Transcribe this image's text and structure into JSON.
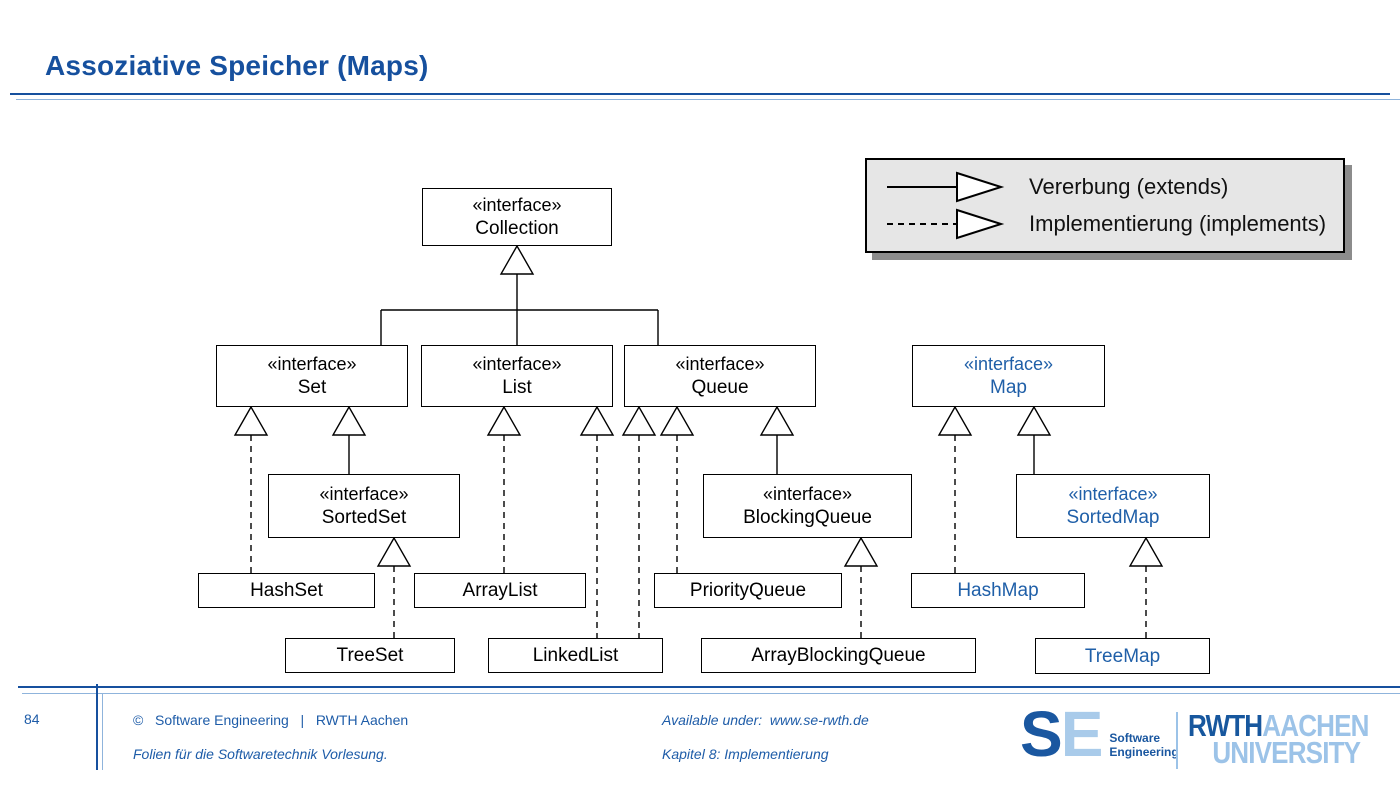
{
  "slide": {
    "title": "Assoziative Speicher (Maps)",
    "page_number": "84"
  },
  "legend": {
    "items": [
      {
        "label": "Vererbung (extends)",
        "line_style": "solid"
      },
      {
        "label": "Implementierung (implements)",
        "line_style": "dashed"
      }
    ]
  },
  "diagram": {
    "nodes": [
      {
        "id": "collection",
        "stereotype": "«interface»",
        "name": "Collection",
        "kind": "interface",
        "text_color": "#000000"
      },
      {
        "id": "set",
        "stereotype": "«interface»",
        "name": "Set",
        "kind": "interface",
        "text_color": "#000000"
      },
      {
        "id": "list",
        "stereotype": "«interface»",
        "name": "List",
        "kind": "interface",
        "text_color": "#000000"
      },
      {
        "id": "queue",
        "stereotype": "«interface»",
        "name": "Queue",
        "kind": "interface",
        "text_color": "#000000"
      },
      {
        "id": "map",
        "stereotype": "«interface»",
        "name": "Map",
        "kind": "interface",
        "text_color": "#1F5FA8"
      },
      {
        "id": "sortedset",
        "stereotype": "«interface»",
        "name": "SortedSet",
        "kind": "interface",
        "text_color": "#000000"
      },
      {
        "id": "blockingqueue",
        "stereotype": "«interface»",
        "name": "BlockingQueue",
        "kind": "interface",
        "text_color": "#000000"
      },
      {
        "id": "sortedmap",
        "stereotype": "«interface»",
        "name": "SortedMap",
        "kind": "interface",
        "text_color": "#1F5FA8"
      },
      {
        "id": "hashset",
        "stereotype": "",
        "name": "HashSet",
        "kind": "class",
        "text_color": "#000000"
      },
      {
        "id": "arraylist",
        "stereotype": "",
        "name": "ArrayList",
        "kind": "class",
        "text_color": "#000000"
      },
      {
        "id": "priorityqueue",
        "stereotype": "",
        "name": "PriorityQueue",
        "kind": "class",
        "text_color": "#000000"
      },
      {
        "id": "hashmap",
        "stereotype": "",
        "name": "HashMap",
        "kind": "class",
        "text_color": "#1F5FA8"
      },
      {
        "id": "treeset",
        "stereotype": "",
        "name": "TreeSet",
        "kind": "class",
        "text_color": "#000000"
      },
      {
        "id": "linkedlist",
        "stereotype": "",
        "name": "LinkedList",
        "kind": "class",
        "text_color": "#000000"
      },
      {
        "id": "arrayblockingqueue",
        "stereotype": "",
        "name": "ArrayBlockingQueue",
        "kind": "class",
        "text_color": "#000000"
      },
      {
        "id": "treemap",
        "stereotype": "",
        "name": "TreeMap",
        "kind": "class",
        "text_color": "#1F5FA8"
      }
    ],
    "edges": [
      {
        "from": "set",
        "to": "collection",
        "type": "extends"
      },
      {
        "from": "list",
        "to": "collection",
        "type": "extends"
      },
      {
        "from": "queue",
        "to": "collection",
        "type": "extends"
      },
      {
        "from": "sortedset",
        "to": "set",
        "type": "extends"
      },
      {
        "from": "blockingqueue",
        "to": "queue",
        "type": "extends"
      },
      {
        "from": "sortedmap",
        "to": "map",
        "type": "extends"
      },
      {
        "from": "hashset",
        "to": "set",
        "type": "implements"
      },
      {
        "from": "arraylist",
        "to": "list",
        "type": "implements"
      },
      {
        "from": "linkedlist",
        "to": "list",
        "type": "implements"
      },
      {
        "from": "linkedlist",
        "to": "queue",
        "type": "implements"
      },
      {
        "from": "priorityqueue",
        "to": "queue",
        "type": "implements"
      },
      {
        "from": "treeset",
        "to": "sortedset",
        "type": "implements"
      },
      {
        "from": "arrayblockingqueue",
        "to": "blockingqueue",
        "type": "implements"
      },
      {
        "from": "hashmap",
        "to": "map",
        "type": "implements"
      },
      {
        "from": "treemap",
        "to": "sortedmap",
        "type": "implements"
      }
    ],
    "colors": {
      "box_border": "#000000",
      "interface_text": "#000000",
      "map_family_text": "#1F5FA8",
      "legend_background": "#E6E6E6"
    }
  },
  "footer": {
    "copyright": "©   Software Engineering   |   RWTH Aachen",
    "series": "Folien für die Softwaretechnik Vorlesung.",
    "available": "Available under:  www.se-rwth.de",
    "chapter": "Kapitel 8: Implementierung",
    "text_color": "#1E5CA8"
  },
  "logos": {
    "se": {
      "letter_s": "S",
      "letter_e": "E",
      "line1": "Software",
      "line2": "Engineering",
      "dark_blue": "#1A57A0",
      "light_blue": "#A9CBEA"
    },
    "rwth": {
      "word1": "RWTH",
      "word2": "AACHEN",
      "word3": "UNIVERSITY",
      "dark_blue": "#17579E",
      "light_blue": "#9CC3E8"
    }
  }
}
